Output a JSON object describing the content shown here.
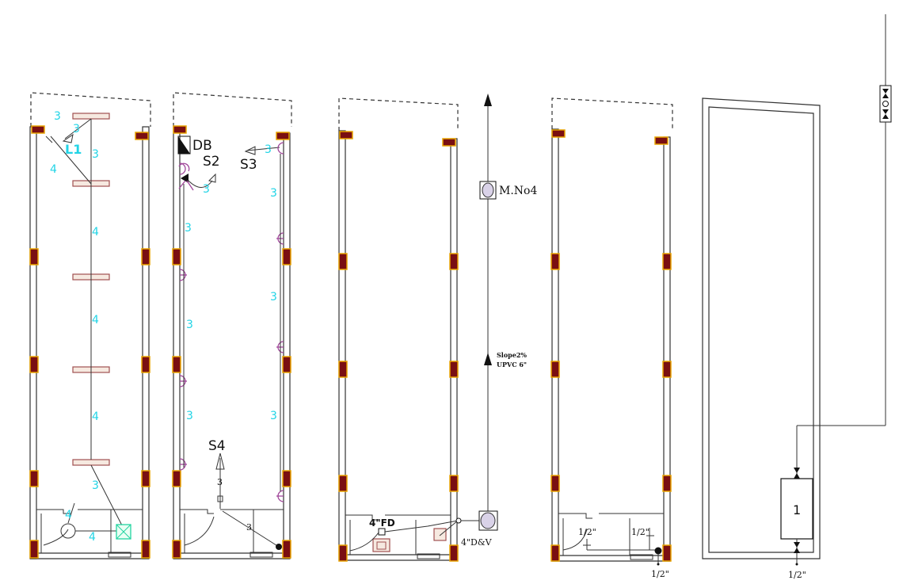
{
  "colors": {
    "column_fill": "#7a0f12",
    "column_edge": "#e8a300",
    "circuit_text": "#22d4e6",
    "socket": "#a0479a",
    "light_fixture": "#a05050",
    "line": "#333333"
  },
  "lighting_plan": {
    "circuit_label": "L1",
    "wire_counts": [
      "3",
      "3",
      "3",
      "4",
      "4",
      "4",
      "4",
      "3",
      "4",
      "4"
    ]
  },
  "power_plan": {
    "db_label": "DB",
    "circuits": [
      "S2",
      "S3",
      "S4"
    ],
    "wire_counts_near_db": [
      "3"
    ],
    "wire_counts_s3": [
      "3"
    ],
    "left_wall_counts": [
      "3",
      "3",
      "3"
    ],
    "right_wall_counts": [
      "3",
      "3",
      "3"
    ],
    "s4_counts": [
      "3",
      "3"
    ]
  },
  "drainage_plan": {
    "manhole_label": "M.No4",
    "slope_note": [
      "Slope2%",
      "UPVC  6\""
    ],
    "floor_drain_label": "4\"FD",
    "dv_label": "4\"D&V"
  },
  "water_supply_plan": {
    "pipe_labels": [
      "1/2\"",
      "1/2\"",
      "1/2\""
    ]
  },
  "water_tank_plan": {
    "tank_label": "1",
    "pipe_label": "1/2\""
  }
}
